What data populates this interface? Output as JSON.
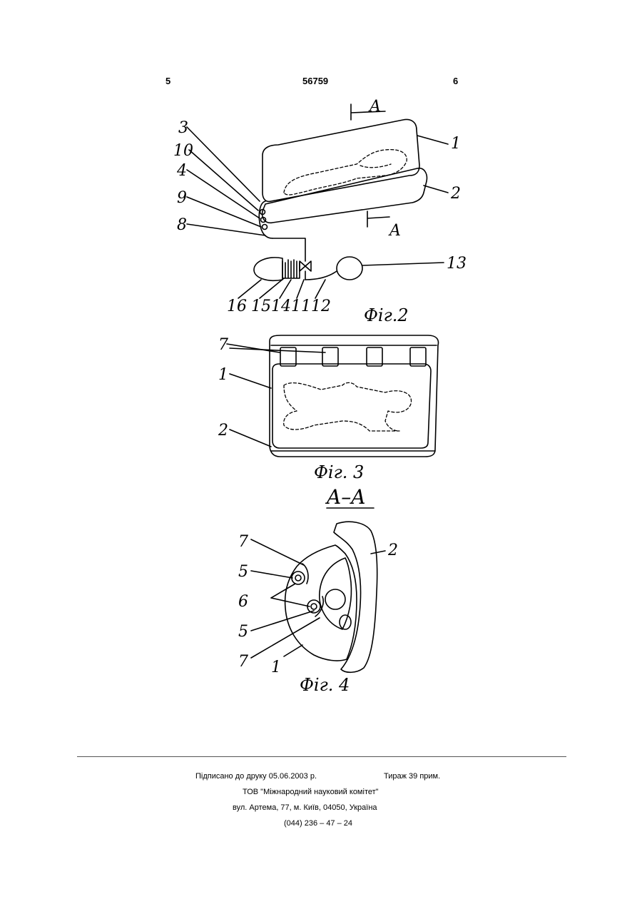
{
  "header": {
    "page_left": "5",
    "patent_number": "56759",
    "page_right": "6"
  },
  "fig2": {
    "caption": "Фiг.2",
    "labels": [
      "3",
      "10",
      "4",
      "9",
      "8",
      "1",
      "2",
      "13",
      "16",
      "15",
      "14",
      "11",
      "12"
    ],
    "section_marks": [
      "A",
      "A"
    ]
  },
  "fig3": {
    "caption": "Фiг. 3",
    "labels": [
      "7",
      "1",
      "2"
    ]
  },
  "fig4": {
    "section_title": "A–A",
    "caption": "Фiг. 4",
    "labels": [
      "7",
      "5",
      "6",
      "5",
      "7",
      "1",
      "2"
    ]
  },
  "imprint": {
    "signed": "Підписано до друку 05.06.2003 р.",
    "circulation": "Тираж 39 прим.",
    "publisher": "ТОВ \"Міжнародний науковий комітет\"",
    "address": "вул. Артема, 77, м. Київ, 04050, Україна",
    "phone": "(044) 236 – 47 – 24"
  }
}
